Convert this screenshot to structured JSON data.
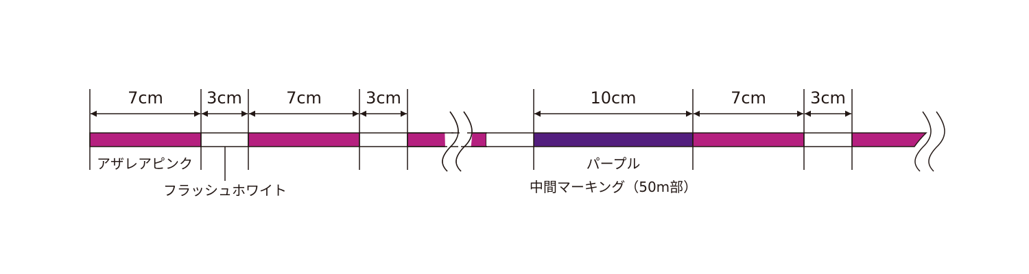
{
  "colors": {
    "azalea_pink": "#B5207F",
    "flash_white": "#FFFFFF",
    "purple": "#531E7E",
    "line": "#231815"
  },
  "dimensions_left": [
    "7cm",
    "3cm",
    "7cm",
    "3cm"
  ],
  "dimensions_right": [
    "10cm",
    "7cm",
    "3cm"
  ],
  "labels": {
    "azalea_pink": "アザレアピンク",
    "flash_white": "フラッシュホワイト",
    "purple": "パープル",
    "middle_marking": "中間マーキング（50m部）"
  }
}
